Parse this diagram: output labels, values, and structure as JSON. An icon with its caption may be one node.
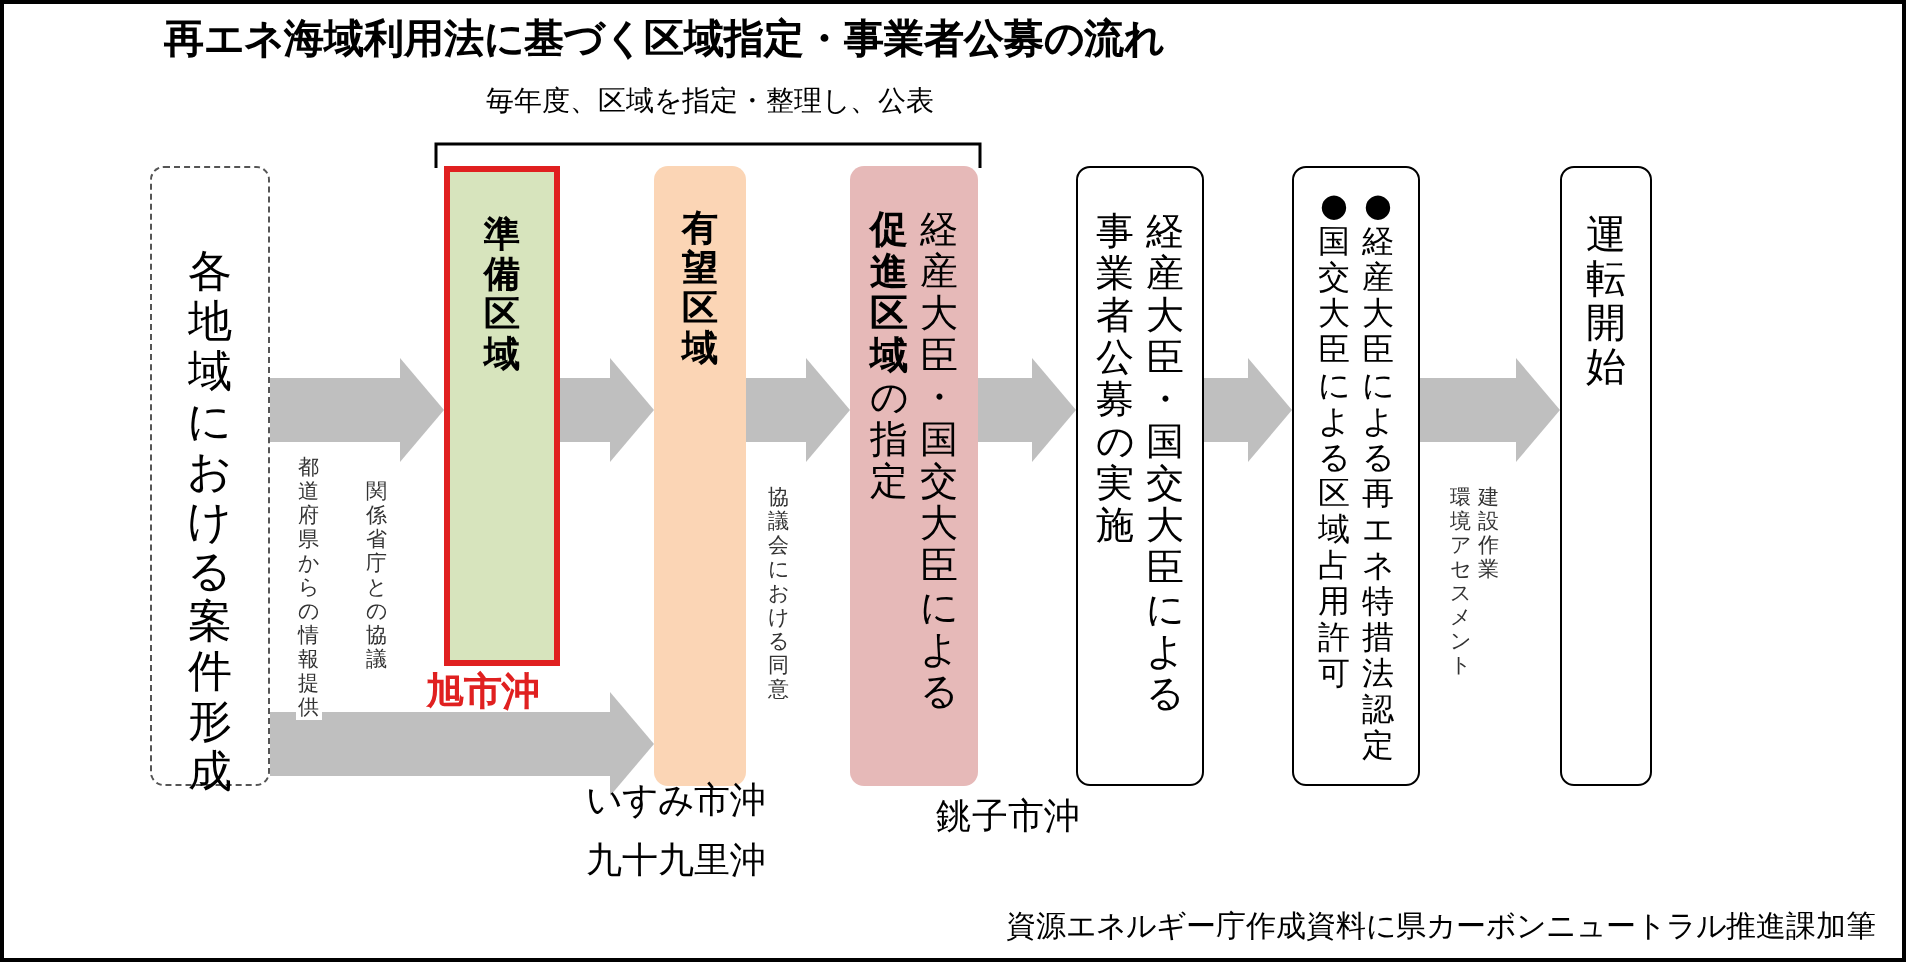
{
  "diagram": {
    "title": "再エネ海域利用法に基づく区域指定・事業者公募の流れ",
    "caption": "資源エネルギー庁作成資料に県カーボンニュートラル推進課加筆",
    "nodes": [
      {
        "text": [
          "各地域における案件形成"
        ]
      },
      {
        "text": [
          "準備区域"
        ],
        "beside": [
          "旭市沖"
        ]
      },
      {
        "text": [
          "有望区域"
        ],
        "beside": [
          "いすみ市沖",
          "九十九里沖"
        ]
      },
      {
        "text": [
          "**促進区域**の指定",
          "経産大臣・国交大臣による"
        ],
        "beside": [
          "銚子市沖"
        ]
      },
      {
        "text": [
          "事業者公募の実施",
          "経産大臣・国交大臣による"
        ]
      },
      {
        "text": [
          "●国交大臣による区域占用許可",
          "●経産大臣による再エネ特措法認定"
        ]
      },
      {
        "text": [
          "運転開始"
        ]
      }
    ],
    "edges": [
      {
        "from": 0,
        "to": 1,
        "arrow": "to",
        "label": "都道府県からの情報提供"
      },
      {
        "from": 0,
        "to": 2,
        "arrow": "to",
        "label": "関係省庁との協議"
      },
      {
        "from": 1,
        "to": 2,
        "arrow": "to"
      },
      {
        "from": 2,
        "to": 3,
        "arrow": "to",
        "label": "協議会における同意"
      },
      {
        "from": 3,
        "to": 4,
        "arrow": "to"
      },
      {
        "from": 4,
        "to": 5,
        "arrow": "to"
      },
      {
        "from": 5,
        "to": 6,
        "arrow": "to",
        "label": "建設作業環境アセスメント"
      }
    ],
    "labels": [
      "毎年度、区域を指定・整理し、公表"
    ]
  }
}
